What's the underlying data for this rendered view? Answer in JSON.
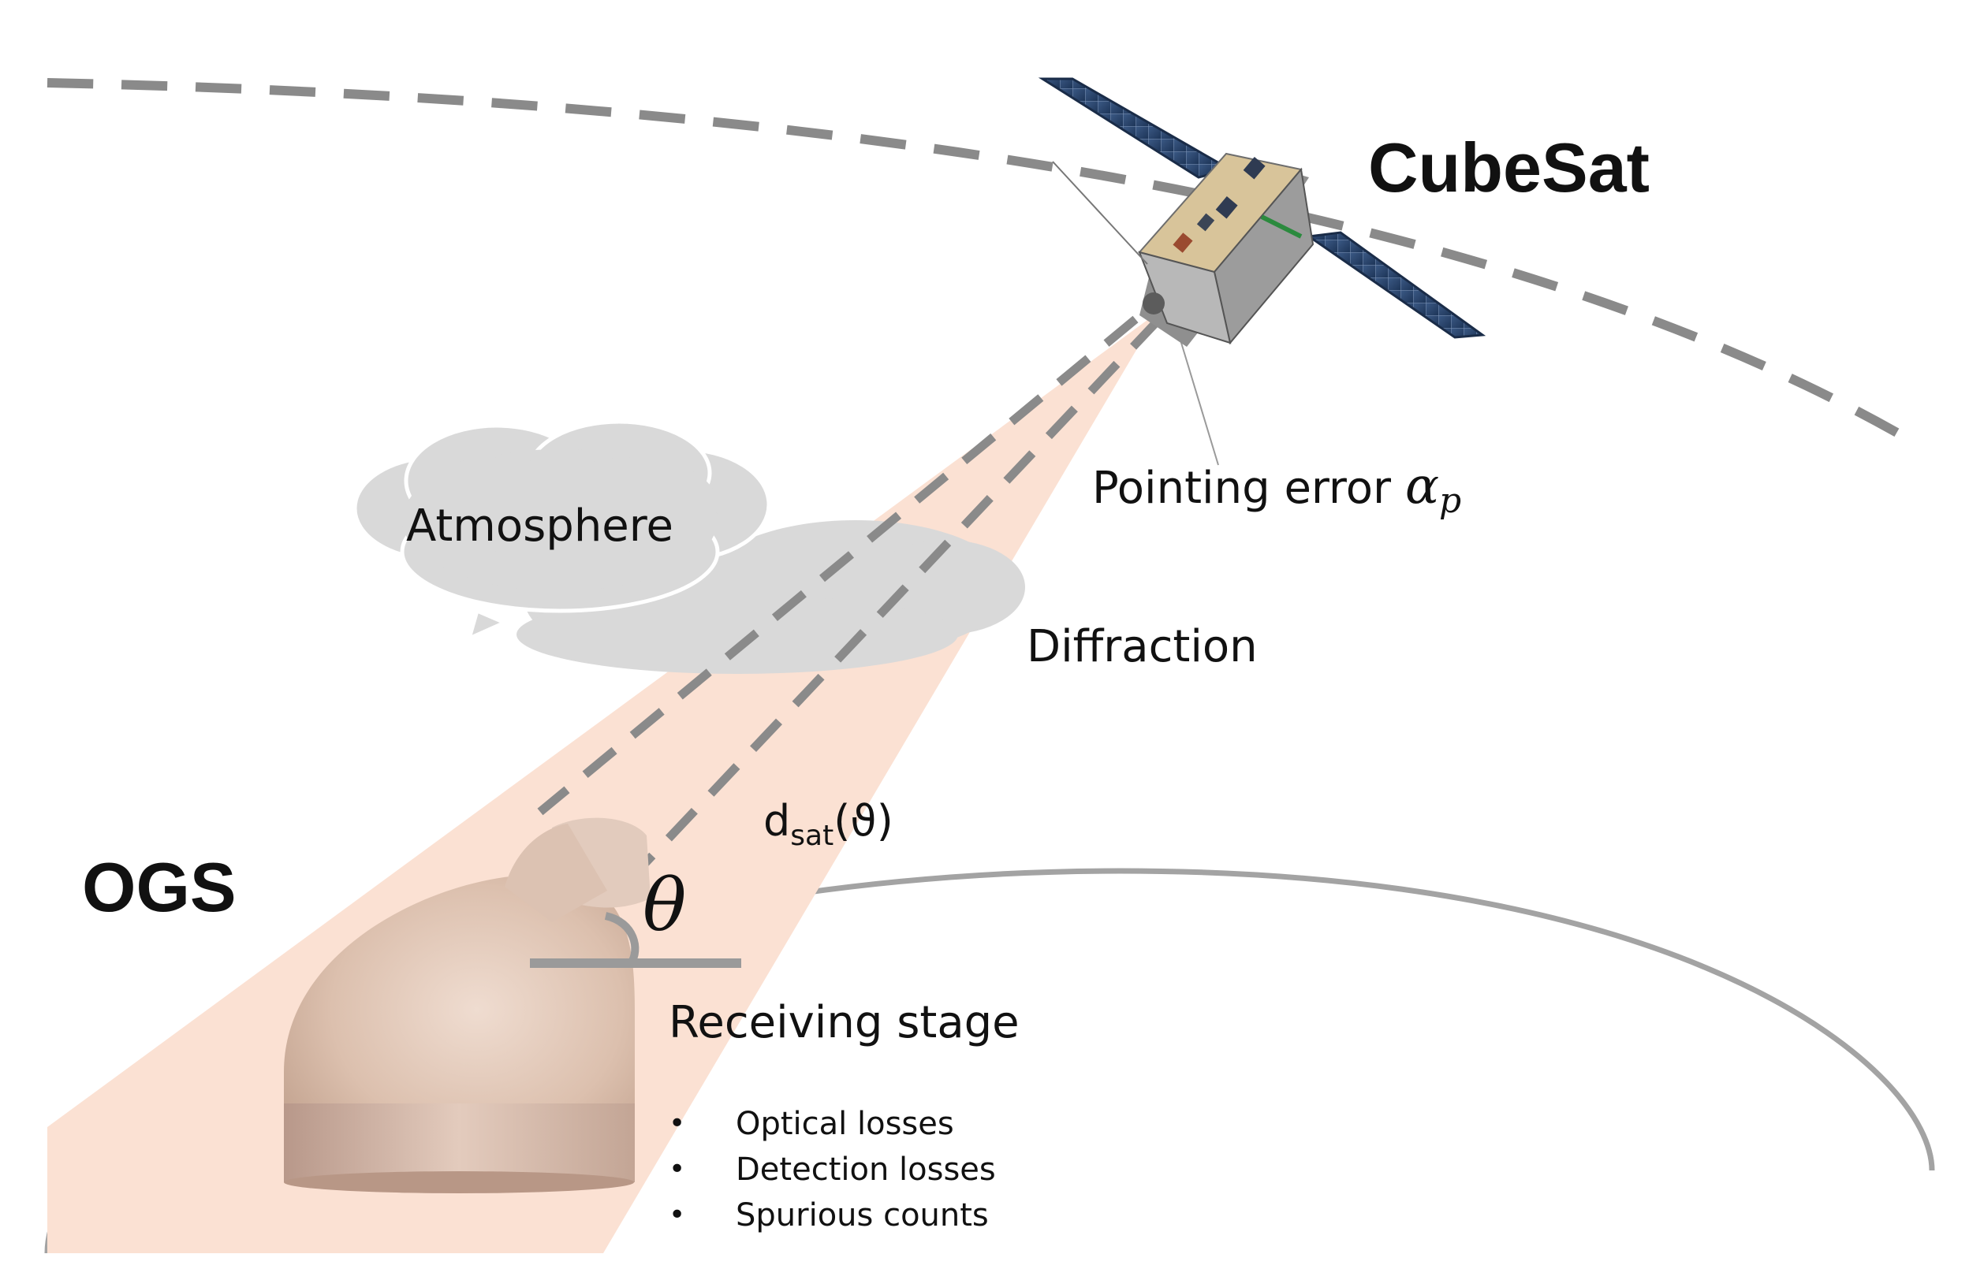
{
  "labels": {
    "cubesat": "CubeSat",
    "ogs": "OGS",
    "atmosphere": "Atmosphere",
    "diffraction": "Diffraction",
    "pointing_error": "Pointing error",
    "pointing_symbol": "α",
    "pointing_subscript": "p",
    "distance_main": "d",
    "distance_subscript": "sat",
    "distance_arg": "(ϑ)",
    "angle_symbol": "θ",
    "receiving_stage": "Receiving stage"
  },
  "receiving_losses": [
    {
      "bullet": "•",
      "text": "Optical losses"
    },
    {
      "bullet": "•",
      "text": "Detection losses"
    },
    {
      "bullet": "•",
      "text": "Spurious counts"
    }
  ],
  "colors": {
    "beam": "#fbe1d3",
    "cloud": "#d9d9d9",
    "dashes": "#8a8a8a",
    "earth_outline": "#a0a0a0",
    "dome": "#d9bba9",
    "solar_panel": "#2e4a73"
  }
}
